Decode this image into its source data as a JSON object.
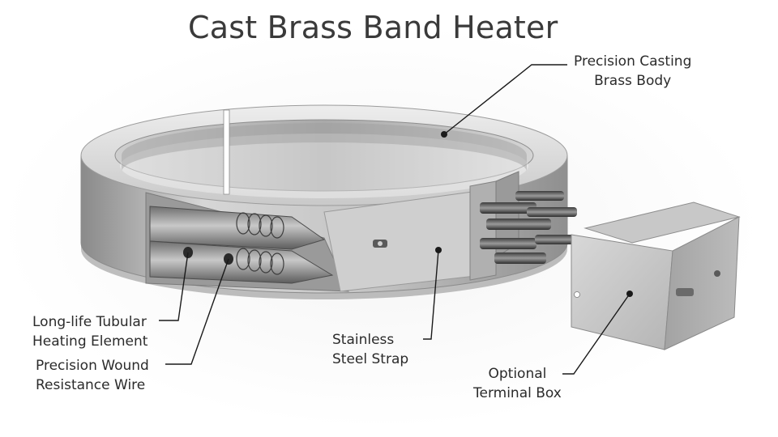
{
  "title": "Cast Brass Band Heater",
  "callouts": {
    "brass_body": {
      "line1": "Precision Casting",
      "line2": "Brass Body"
    },
    "tubular_element": {
      "line1": "Long-life Tubular",
      "line2": "Heating Element"
    },
    "resistance_wire": {
      "line1": "Precision Wound",
      "line2": "Resistance Wire"
    },
    "steel_strap": {
      "line1": "Stainless",
      "line2": "Steel Strap"
    },
    "terminal_box": {
      "line1": "Optional",
      "line2": "Terminal Box"
    }
  },
  "colors": {
    "metal_light": "#e2e2e2",
    "metal_mid": "#b9b9b9",
    "metal_dark": "#7d7d7d",
    "text": "#2b2b2b",
    "leader": "#1a1a1a"
  }
}
